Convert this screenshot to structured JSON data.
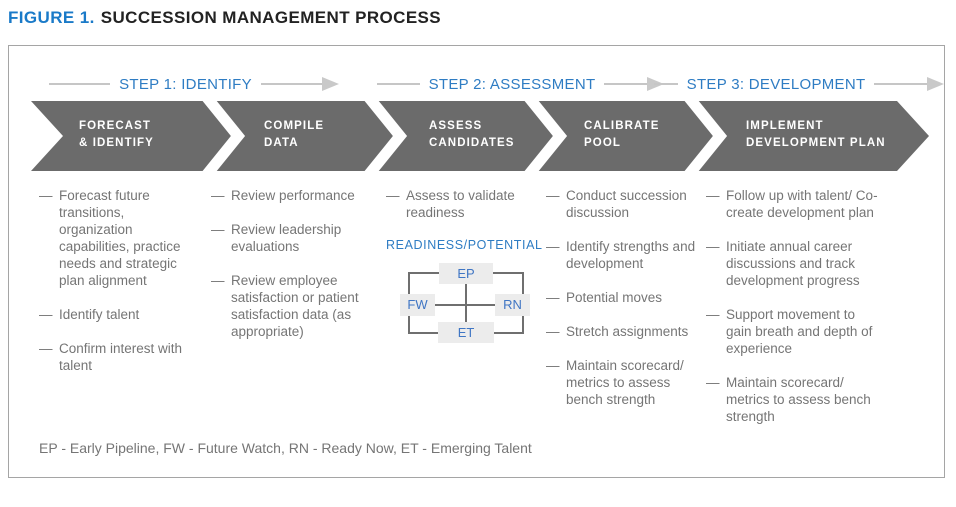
{
  "title": {
    "figure_label": "FIGURE 1.",
    "text": "SUCCESSION MANAGEMENT PROCESS"
  },
  "colors": {
    "title_blue": "#1a7ac8",
    "step_blue": "#2e7cc3",
    "node_blue": "#4076c4",
    "chevron_gray": "#6b6b6b",
    "body_gray": "#757575",
    "line_gray": "#c6c6c6",
    "node_bg": "#ececec"
  },
  "steps": [
    {
      "label": "STEP 1: IDENTIFY"
    },
    {
      "label": "STEP 2: ASSESSMENT"
    },
    {
      "label": "STEP 3: DEVELOPMENT"
    }
  ],
  "stages": [
    {
      "title_line1": "FORECAST",
      "title_line2": "& IDENTIFY",
      "items": [
        "Forecast future transitions, organization capabilities, practice needs and strategic plan alignment",
        "Identify talent",
        "Confirm interest with talent"
      ]
    },
    {
      "title_line1": "COMPILE",
      "title_line2": "DATA",
      "items": [
        "Review performance",
        "Review leadership evaluations",
        "Review employee satisfaction or patient satisfaction data (as appropriate)"
      ]
    },
    {
      "title_line1": "ASSESS",
      "title_line2": "CANDIDATES",
      "items": [
        "Assess to validate readiness"
      ]
    },
    {
      "title_line1": "CALIBRATE",
      "title_line2": "POOL",
      "items": [
        "Conduct succession discussion",
        "Identify strengths and development",
        "Potential moves",
        "Stretch assignments",
        "Maintain scorecard/ metrics to assess bench strength"
      ]
    },
    {
      "title_line1": "IMPLEMENT",
      "title_line2": "DEVELOPMENT PLAN",
      "items": [
        "Follow up with talent/ Co-create development plan",
        "Initiate annual career discussions and track development progress",
        "Support movement to gain breath and depth of experience",
        "Maintain scorecard/ metrics to assess bench strength"
      ]
    }
  ],
  "matrix": {
    "label": "READINESS/POTENTIAL",
    "top": "EP",
    "left": "FW",
    "right": "RN",
    "bottom": "ET"
  },
  "legend": "EP - Early Pipeline, FW - Future Watch, RN - Ready Now, ET - Emerging Talent"
}
